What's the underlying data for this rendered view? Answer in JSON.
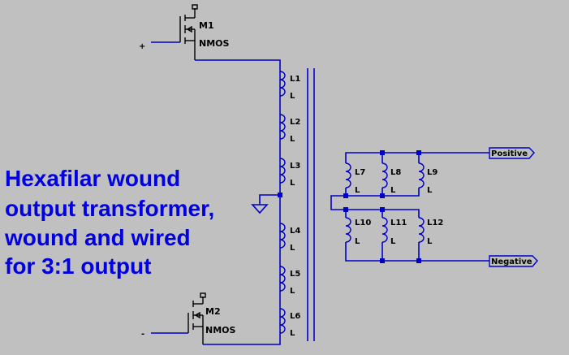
{
  "title_lines": [
    "Hexafilar wound",
    "output transformer,",
    "wound and wired",
    "for 3:1 output"
  ],
  "transistors": [
    {
      "ref": "M1",
      "model": "NMOS"
    },
    {
      "ref": "M2",
      "model": "NMOS"
    }
  ],
  "inputs": {
    "plus": "+",
    "minus": "-"
  },
  "primary_inductors": [
    {
      "ref": "L1",
      "value": "L"
    },
    {
      "ref": "L2",
      "value": "L"
    },
    {
      "ref": "L3",
      "value": "L"
    },
    {
      "ref": "L4",
      "value": "L"
    },
    {
      "ref": "L5",
      "value": "L"
    },
    {
      "ref": "L6",
      "value": "L"
    }
  ],
  "secondary_inductors": [
    {
      "ref": "L7",
      "value": "L"
    },
    {
      "ref": "L8",
      "value": "L"
    },
    {
      "ref": "L9",
      "value": "L"
    },
    {
      "ref": "L10",
      "value": "L"
    },
    {
      "ref": "L11",
      "value": "L"
    },
    {
      "ref": "L12",
      "value": "L"
    }
  ],
  "outputs": {
    "positive": "Positive",
    "negative": "Negative"
  },
  "colors": {
    "background": "#c0c0c0",
    "wire": "#0000c8",
    "title": "#0000e0"
  }
}
